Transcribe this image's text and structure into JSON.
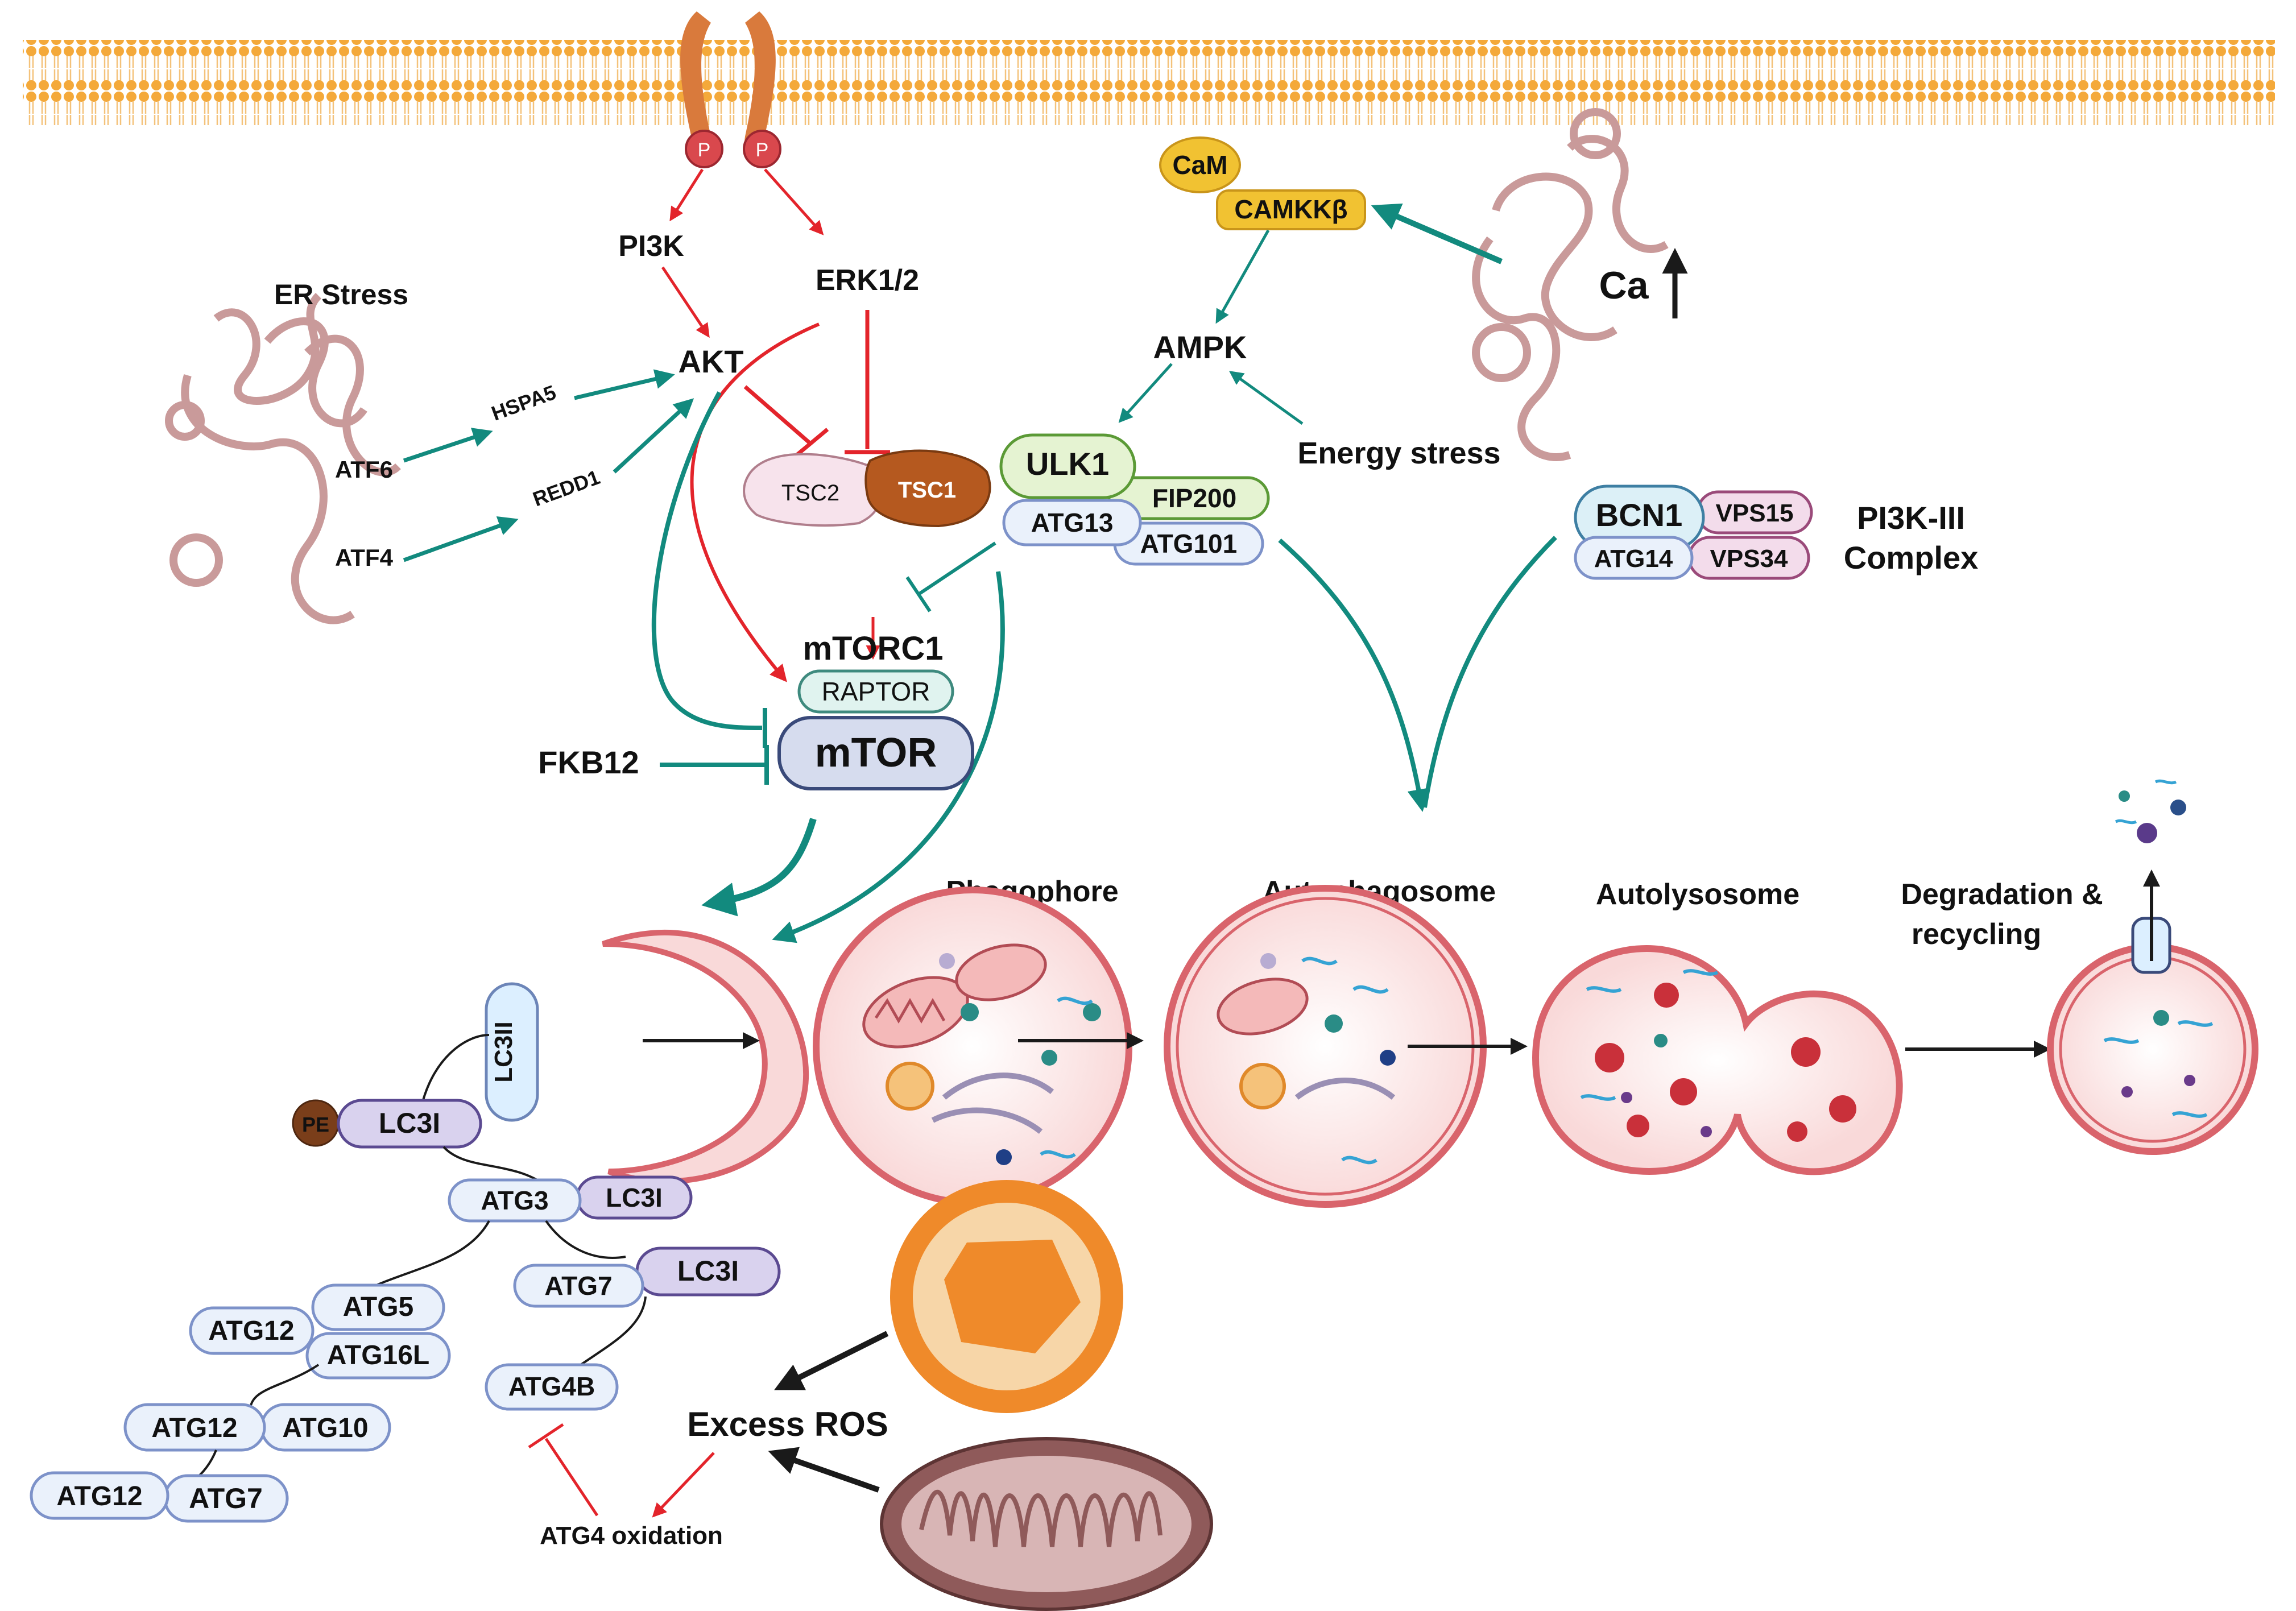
{
  "colors": {
    "teal": "#128a7e",
    "red": "#e3242b",
    "black": "#1a1a1a",
    "membrane": "#f4a93a",
    "receptor": "#d97a3c",
    "phospho": "#d9484d",
    "er": "#c99a9a",
    "pill_blue_fill": "#eaf1fb",
    "pill_blue_stroke": "#7d92c9",
    "pill_purple_fill": "#d9d2ee",
    "pill_purple_stroke": "#5b4a91",
    "vacuole_wall": "#d9646c",
    "vacuole_fill": "#fdeeee"
  },
  "membrane": {
    "phospho_label": "P"
  },
  "er_stress": {
    "title": "ER Stress",
    "atf6": "ATF6",
    "atf4": "ATF4",
    "hspa5": "HSPA5",
    "redd1": "REDD1"
  },
  "upstream": {
    "pi3k": "PI3K",
    "erk": "ERK1/2",
    "akt": "AKT",
    "tsc2": "TSC2",
    "tsc1": "TSC1"
  },
  "ampk_branch": {
    "cam": "CaM",
    "camkk": "CAMKKβ",
    "ampk": "AMPK",
    "ca": "Ca",
    "energy_stress": "Energy stress"
  },
  "ulk_complex": {
    "ulk1": "ULK1",
    "fip200": "FIP200",
    "atg13": "ATG13",
    "atg101": "ATG101"
  },
  "pi3k3_complex": {
    "bcn1": "BCN1",
    "vps15": "VPS15",
    "atg14": "ATG14",
    "vps34": "VPS34",
    "label_line1": "PI3K-III",
    "label_line2": "Complex"
  },
  "mtor": {
    "mtorc1": "mTORC1",
    "raptor": "RAPTOR",
    "mtor": "mTOR",
    "fkb12": "FKB12"
  },
  "stages": {
    "phagophore": "Phagophore",
    "autophagosome": "Autophagosome",
    "autolysosome": "Autolysosome",
    "degradation_line1": "Degradation &",
    "degradation_line2": "recycling"
  },
  "conjugation": {
    "pe": "PE",
    "lc3i_a": "LC3I",
    "lc3ii": "LC3II",
    "atg3": "ATG3",
    "lc3i_b": "LC3I",
    "atg7_a": "ATG7",
    "lc3i_c": "LC3I",
    "atg5": "ATG5",
    "atg12_a": "ATG12",
    "atg16l": "ATG16L",
    "atg4b": "ATG4B",
    "atg12_b": "ATG12",
    "atg10": "ATG10",
    "atg12_c": "ATG12",
    "atg7_b": "ATG7"
  },
  "ros": {
    "excess_ros": "Excess ROS",
    "atg4_oxidation": "ATG4 oxidation"
  }
}
